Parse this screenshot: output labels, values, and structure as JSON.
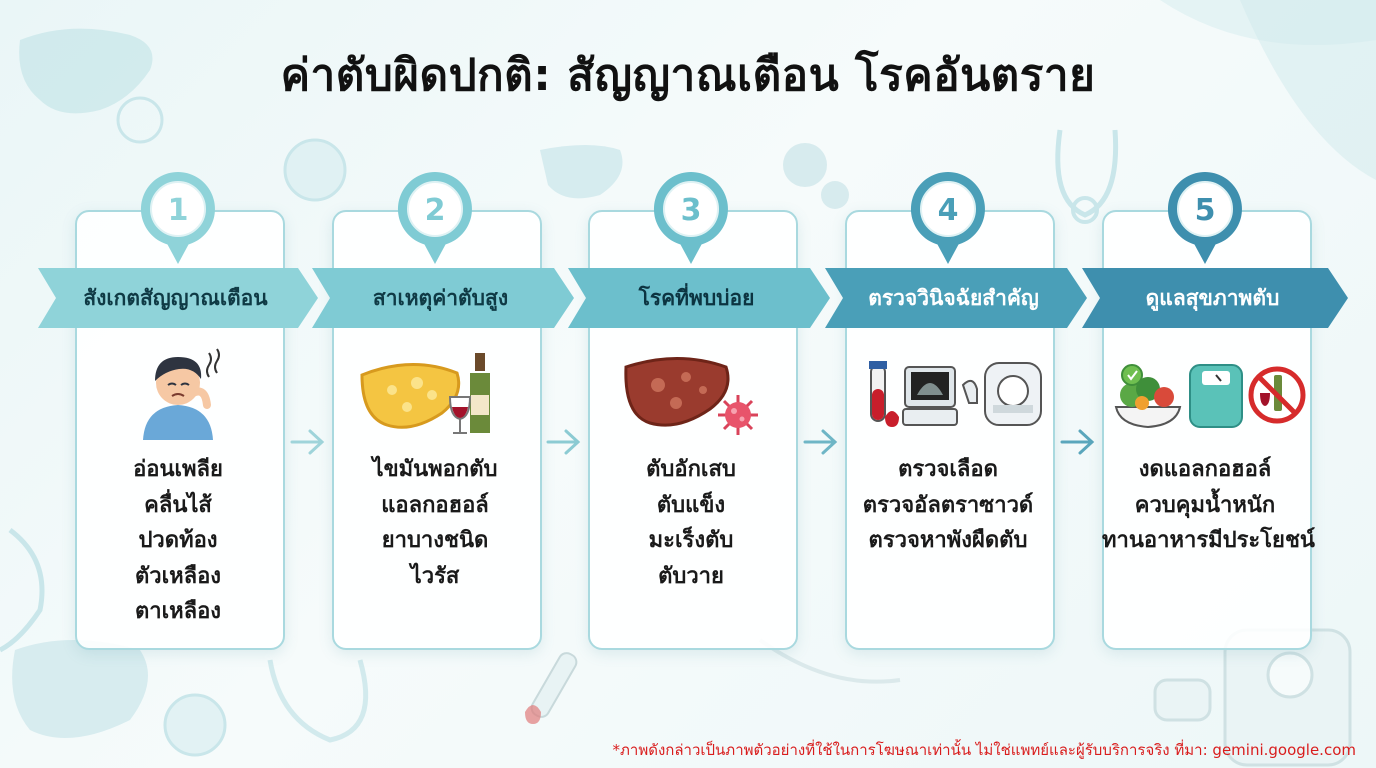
{
  "title": "ค่าตับผิดปกติ: สัญญาณเตือน โรคอันตราย",
  "colors": {
    "step1": "#8fd3d9",
    "step2": "#7fcbd4",
    "step3": "#6cbfcc",
    "step4": "#4a9fb8",
    "step5": "#3e8fae",
    "border": "#a9d9df"
  },
  "steps": [
    {
      "number": "1",
      "heading": "สังเกตสัญญาณเตือน",
      "icon": "fatigued-person-icon",
      "items": [
        "อ่อนเพลีย",
        "คลื่นไส้",
        "ปวดท้อง",
        "ตัวเหลือง",
        "ตาเหลือง"
      ]
    },
    {
      "number": "2",
      "heading": "สาเหตุค่าตับสูง",
      "icon": "fatty-liver-and-alcohol-icon",
      "items": [
        "ไขมันพอกตับ",
        "แอลกอฮอล์",
        "ยาบางชนิด",
        "ไวรัส"
      ]
    },
    {
      "number": "3",
      "heading": "โรคที่พบบ่อย",
      "icon": "damaged-liver-and-virus-icon",
      "items": [
        "ตับอักเสบ",
        "ตับแข็ง",
        "มะเร็งตับ",
        "ตับวาย"
      ]
    },
    {
      "number": "4",
      "heading": "ตรวจวินิจฉัยสำคัญ",
      "icon": "blood-test-ultrasound-ct-icon",
      "items": [
        "ตรวจเลือด",
        "ตรวจอัลตราซาวด์",
        "ตรวจหาพังผืดตับ"
      ]
    },
    {
      "number": "5",
      "heading": "ดูแลสุขภาพตับ",
      "icon": "healthy-food-scale-no-alcohol-icon",
      "items": [
        "งดแอลกอฮอล์",
        "ควบคุมน้ำหนัก",
        "ทานอาหารมีประโยชน์"
      ]
    }
  ],
  "disclaimer": "*ภาพดังกล่าวเป็นภาพตัวอย่างที่ใช้ในการโฆษณาเท่านั้น ไม่ใช่แพทย์และผู้รับบริการจริง ที่มา: gemini.google.com"
}
